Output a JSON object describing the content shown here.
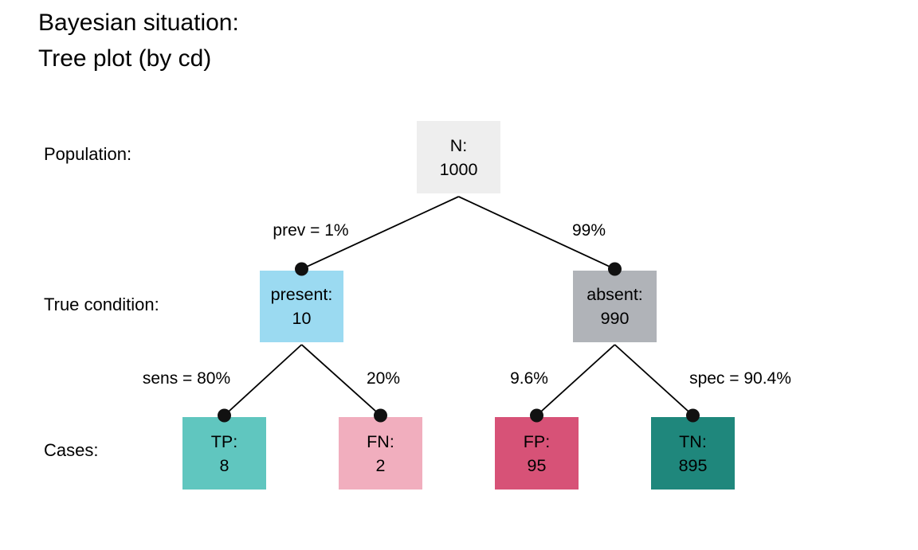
{
  "title": {
    "line1": "Bayesian situation:",
    "line2": "Tree plot (by cd)"
  },
  "row_labels": {
    "population": "Population:",
    "true_condition": "True condition:",
    "cases": "Cases:"
  },
  "nodes": {
    "root": {
      "label": "N:",
      "value": "1000",
      "color": "#eeeeee"
    },
    "present": {
      "label": "present:",
      "value": "10",
      "color": "#9bdaf1"
    },
    "absent": {
      "label": "absent:",
      "value": "990",
      "color": "#b0b3b8"
    },
    "tp": {
      "label": "TP:",
      "value": "8",
      "color": "#60c6bf"
    },
    "fn": {
      "label": "FN:",
      "value": "2",
      "color": "#f1aebe"
    },
    "fp": {
      "label": "FP:",
      "value": "95",
      "color": "#d75277"
    },
    "tn": {
      "label": "TN:",
      "value": "895",
      "color": "#1f877c"
    }
  },
  "edge_labels": {
    "prev": "prev = 1%",
    "prev_complement": "99%",
    "sens": "sens = 80%",
    "sens_complement": "20%",
    "spec_complement": "9.6%",
    "spec": "spec = 90.4%"
  },
  "colors": {
    "edge_line": "#000000",
    "junction_dot": "#111111",
    "text": "#000000",
    "background": "#ffffff"
  }
}
